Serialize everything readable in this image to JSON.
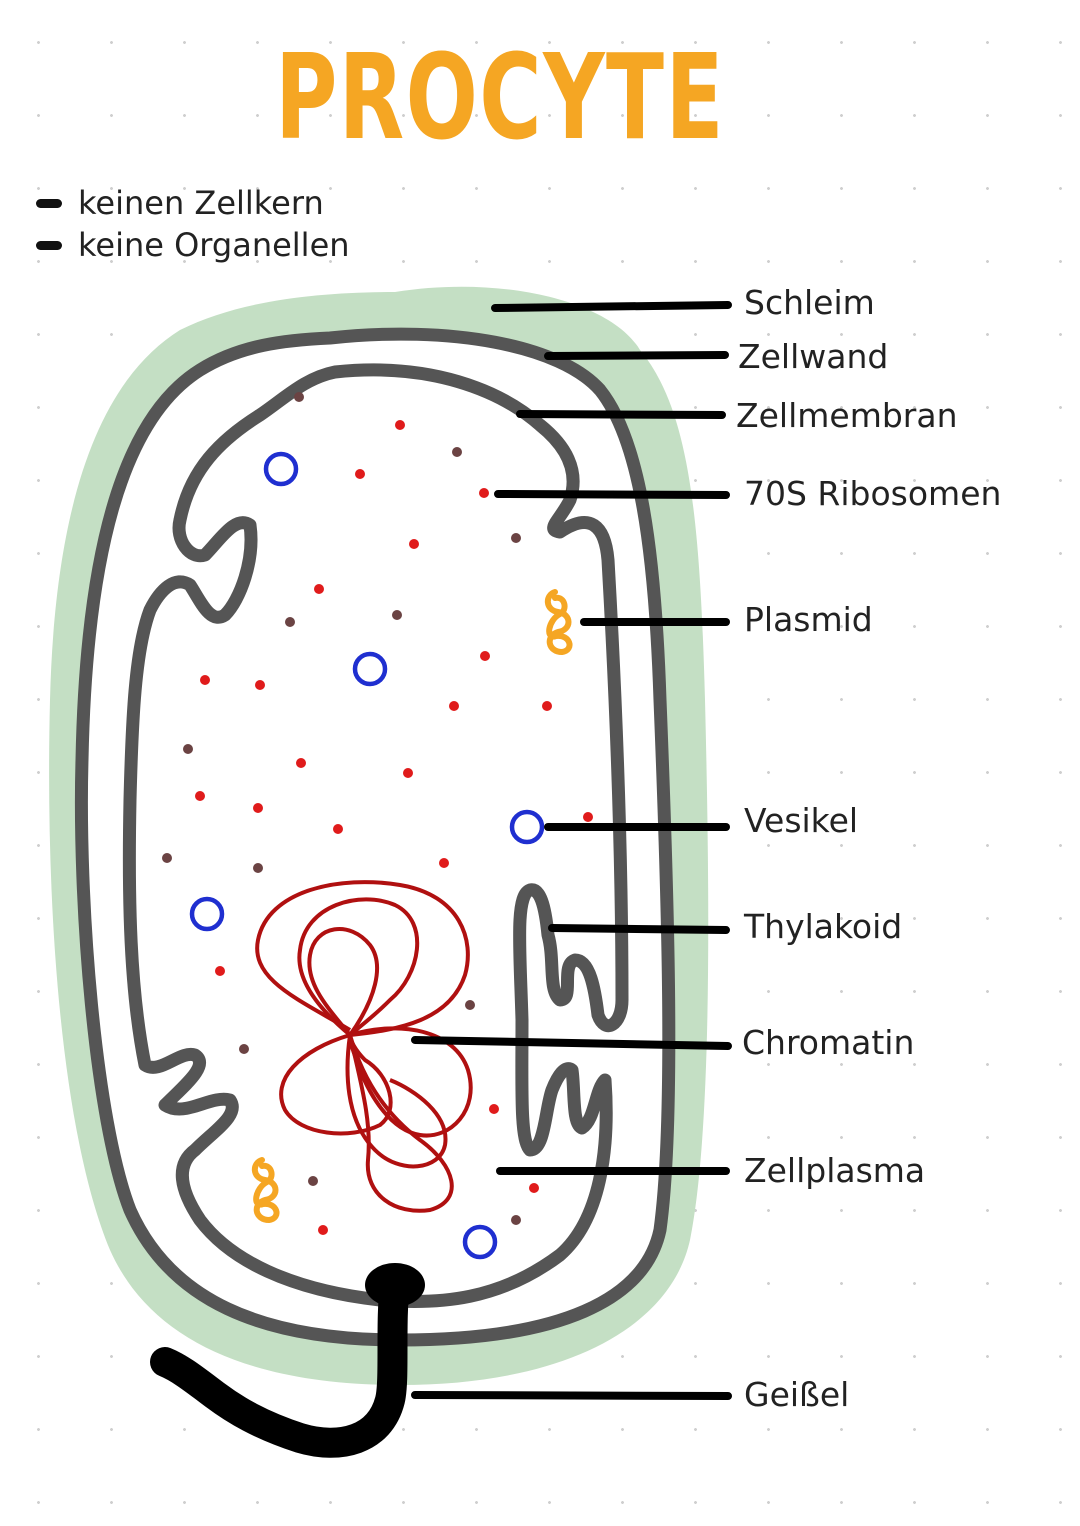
{
  "title": "PROCYTE",
  "notes": [
    "keinen Zellkern",
    "keine Organellen"
  ],
  "labels": {
    "schleim": "Schleim",
    "zellwand": "Zellwand",
    "zellmembran": "Zellmembran",
    "ribosomen": "70S Ribosomen",
    "plasmid": "Plasmid",
    "vesikel": "Vesikel",
    "thylakoid": "Thylakoid",
    "chromatin": "Chromatin",
    "zellplasma": "Zellplasma",
    "geissel": "Geißel"
  },
  "colors": {
    "title": "#f5a623",
    "slime": "#c4dfc4",
    "wall": "#555555",
    "ribosome_red": "#e01b1b",
    "ribosome_brown": "#6b4343",
    "vesicle": "#1f2fd0",
    "plasmid": "#f5a623",
    "chromatin": "#b01010",
    "flagellum": "#000000",
    "leader": "#000000"
  }
}
